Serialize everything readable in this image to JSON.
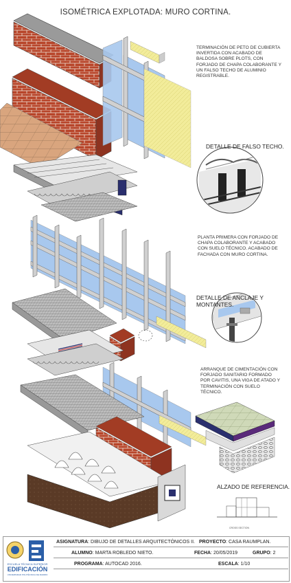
{
  "title": "ISOMÉTRICA EXPLOTADA: MURO CORTINA.",
  "notes": {
    "roof": "TERMINACIÓN DE PETO DE CUBIERTA INVERTIDA CON ACABADO DE BALDOSA SOBRE PLOTS, CON FORJADO DE CHAPA COLABORANTE Y UN FALSO TECHO DE ALUMINIO REGISTRABLE.",
    "first_floor": "PLANTA PRIMERA CON FORJADO DE CHAPA COLABORANTE Y ACABADO CON SUELO TÉCNICO. ACABADO DE FACHADA CON MURO CORTINA.",
    "foundation": "ARRANQUE DE CIMENTACIÓN CON FORJADO SANITARIO FORMADO POR CAVITIS, UNA VIGA DE ATADO Y TERMINACIÓN CON SUELO TÉCNICO."
  },
  "headings": {
    "false_ceiling": "DETALLE DE FALSO TECHO.",
    "anchor": "DETALLE DE ANCLAJE Y MONTANTES.",
    "elevation": "ALZADO DE REFERENCIA."
  },
  "elevation_caption": "CROSS SECTION",
  "logo": {
    "school": "ESCUELA TÉCNICA SUPERIOR",
    "name": "EDIFICACIÓN",
    "university": "UNIVERSIDAD POLITÉCNICA DE MADRID"
  },
  "title_block": {
    "asignatura_label": "ASIGNATURA",
    "asignatura": "DIBUJO DE DETALLES ARQUITECTÓNICOS II.",
    "proyecto_label": "PROYECTO",
    "proyecto": "CASA RAUMPLAN.",
    "alumno_label": "ALUMNO",
    "alumno": "MARTA ROBLEDO NIETO.",
    "fecha_label": "FECHA",
    "fecha": "20/05/2019",
    "grupo_label": "GRUPO",
    "grupo": "2",
    "programa_label": "PROGRAMA",
    "programa": "AUTOCAD 2016.",
    "escala_label": "ESCALA",
    "escala": "1/10"
  },
  "colors": {
    "brick": "#b8452a",
    "glass": "#a8c8ee",
    "insulation": "#f2ec9a",
    "tile": "#d9a57e",
    "mullion": "#d0d0d0",
    "navy": "#2a2f6e",
    "soil": "#5a3a26",
    "logo_blue": "#2c5fa8"
  }
}
